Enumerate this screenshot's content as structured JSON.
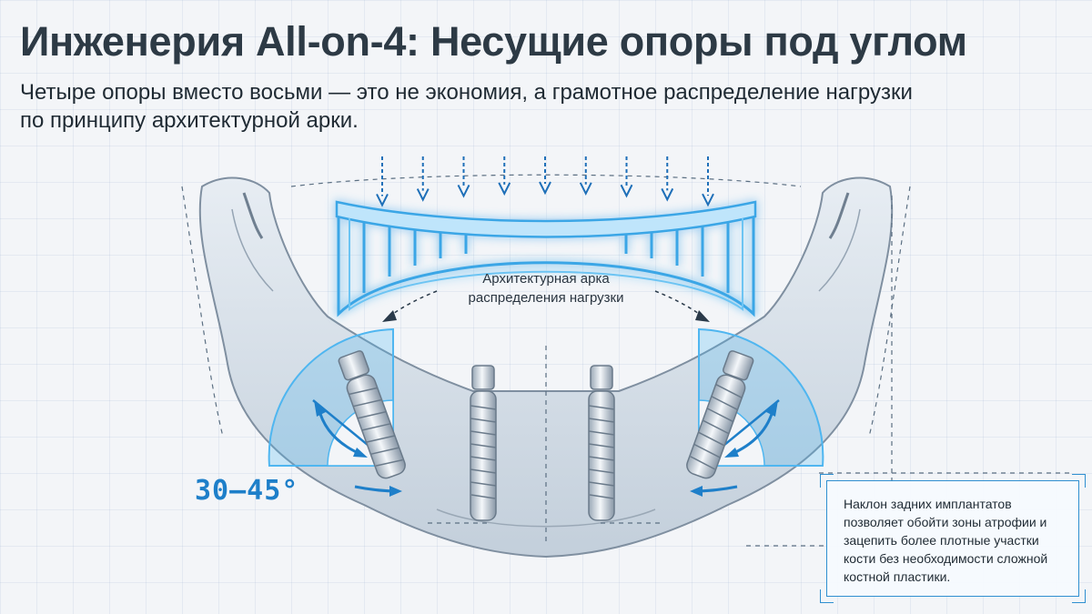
{
  "title": "Инженерия All-on-4: Несущие опоры под углом",
  "subtitle": "Четыре опоры вместо восьми — это не экономия, а грамотное распределение нагрузки по принципу архитектурной арки.",
  "diagram": {
    "arch_label": "Архитектурная арка распределения нагрузки",
    "angle_label": "30–45°",
    "note": "Наклон задних имплантатов позволяет обойти зоны атрофии и зацепить более плотные участки кости без необходимости сложной костной пластики.",
    "load_arrow_count": 9,
    "implant_count": 4
  },
  "colors": {
    "title": "#2d3a45",
    "accent": "#1e7fc9",
    "glow": "#4fb6f0",
    "bone": "#d5dee7"
  }
}
